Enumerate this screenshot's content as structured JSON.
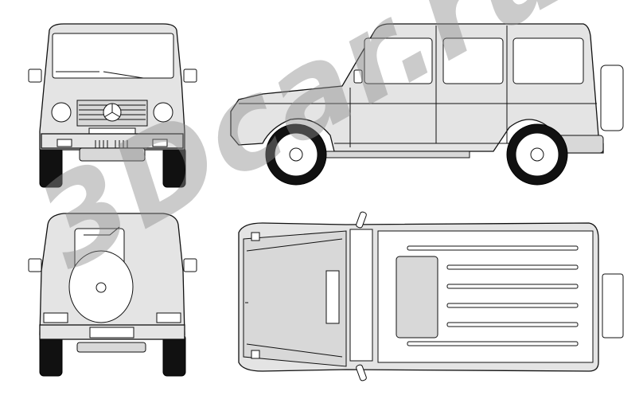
{
  "blueprint": {
    "views": [
      "front",
      "side",
      "rear",
      "top"
    ],
    "colors": {
      "body": "#e4e4e4",
      "outline": "#111111",
      "watermark": "#8c8c8c"
    }
  },
  "watermark": {
    "text": "3Dcar.ru"
  }
}
